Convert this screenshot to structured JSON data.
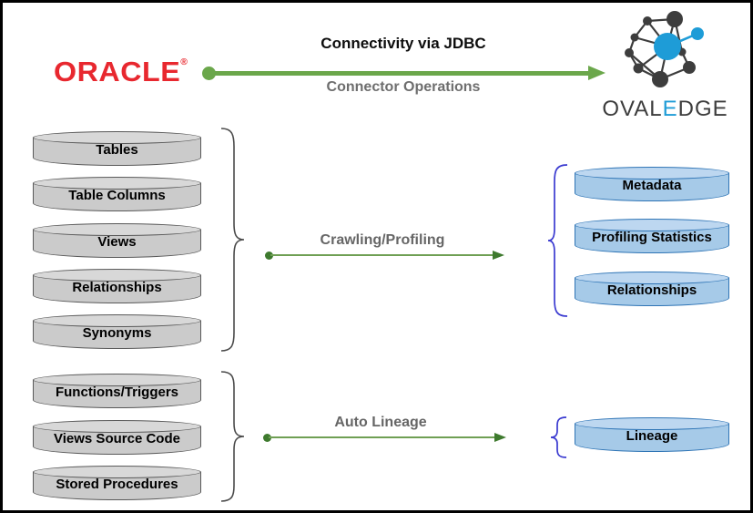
{
  "header": {
    "oracle": {
      "text": "ORACLE",
      "reg": "®"
    },
    "title": "Connectivity via JDBC",
    "subtitle": "Connector Operations",
    "ovaledge": {
      "word_start": "OVAL",
      "word_accent": "E",
      "word_end": "DGE"
    }
  },
  "flows": [
    {
      "operation": "Crawling/Profiling",
      "sources": [
        "Tables",
        "Table Columns",
        "Views",
        "Relationships",
        "Synonyms"
      ],
      "targets": [
        "Metadata",
        "Profiling Statistics",
        "Relationships"
      ]
    },
    {
      "operation": "Auto Lineage",
      "sources": [
        "Functions/Triggers",
        "Views Source Code",
        "Stored Procedures"
      ],
      "targets": [
        "Lineage"
      ]
    }
  ],
  "colors": {
    "oracle_red": "#e8282f",
    "ovaledge_blue": "#1e9cd7",
    "ovaledge_dark": "#3d3d3d",
    "top_arrow_green": "#6ba74b",
    "thin_arrow_green": "#3e7a2e",
    "gray_cylinder_fill": "#cbcbcb",
    "gray_cylinder_border": "#595959",
    "blue_cylinder_fill": "#a6cae8",
    "blue_cylinder_border": "#2e74b5",
    "brace_gray": "#4a4a4a",
    "brace_blue": "#3a3ad0",
    "label_gray": "#666666"
  }
}
